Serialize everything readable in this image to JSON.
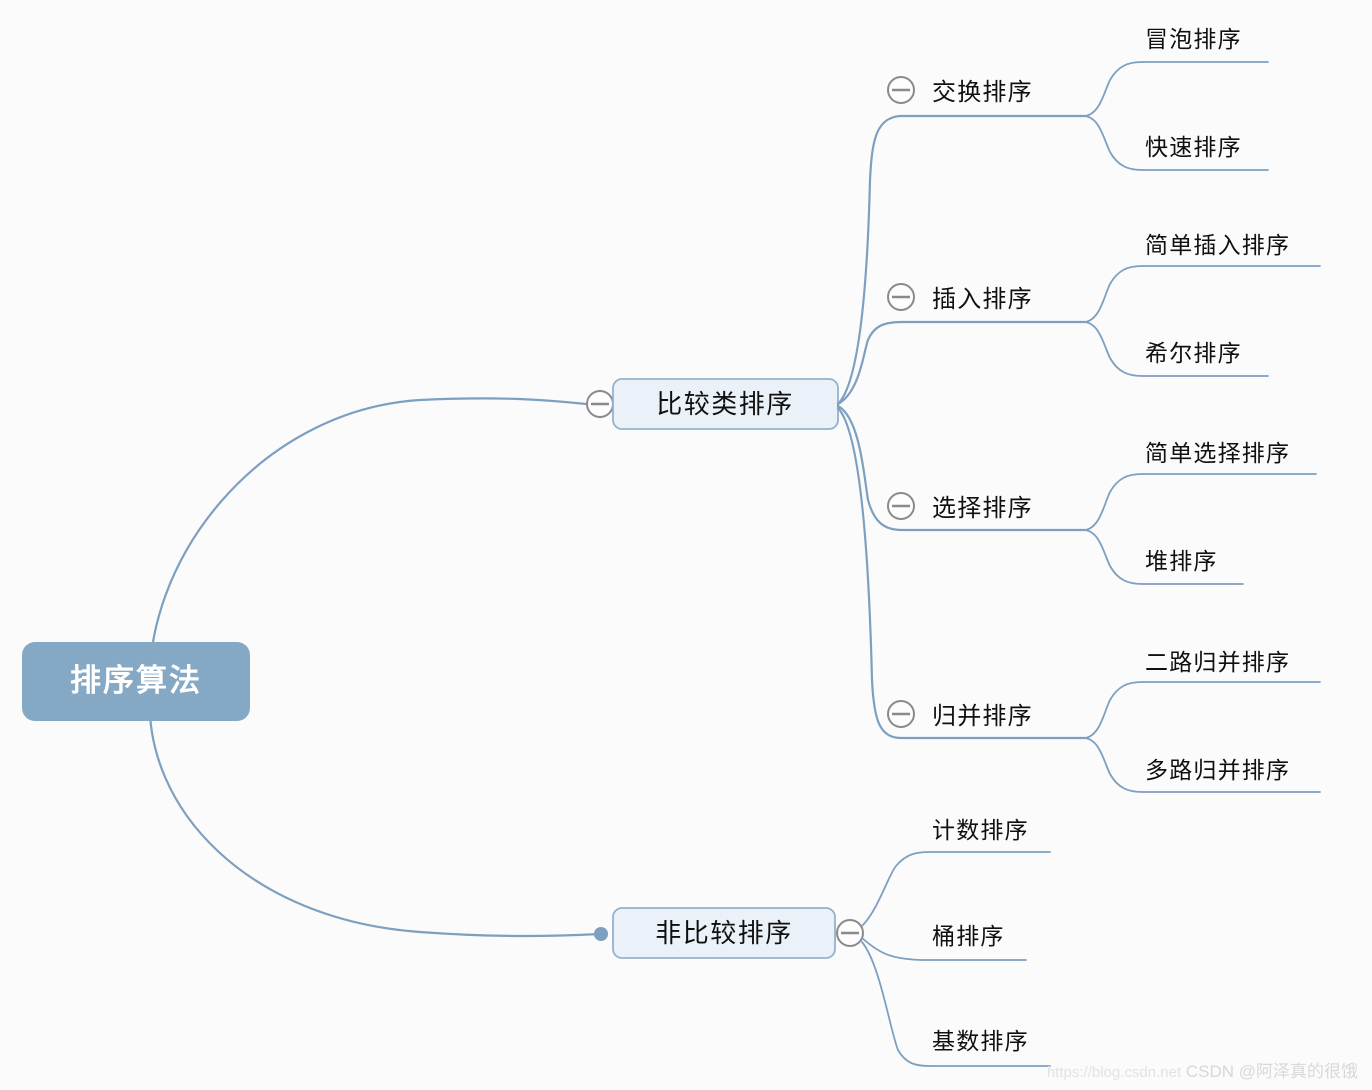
{
  "diagram": {
    "type": "mindmap",
    "title": "排序算法",
    "root": {
      "label": "排序算法"
    },
    "branches": [
      {
        "label": "比较类排序",
        "toggle": "collapse-minus-icon",
        "children": [
          {
            "label": "交换排序",
            "toggle": "collapse-minus-icon",
            "children": [
              {
                "label": "冒泡排序"
              },
              {
                "label": "快速排序"
              }
            ]
          },
          {
            "label": "插入排序",
            "toggle": "collapse-minus-icon",
            "children": [
              {
                "label": "简单插入排序"
              },
              {
                "label": "希尔排序"
              }
            ]
          },
          {
            "label": "选择排序",
            "toggle": "collapse-minus-icon",
            "children": [
              {
                "label": "简单选择排序"
              },
              {
                "label": "堆排序"
              }
            ]
          },
          {
            "label": "归并排序",
            "toggle": "collapse-minus-icon",
            "children": [
              {
                "label": "二路归并排序"
              },
              {
                "label": "多路归并排序"
              }
            ]
          }
        ]
      },
      {
        "label": "非比较排序",
        "toggle": "collapse-minus-icon",
        "children": [
          {
            "label": "计数排序"
          },
          {
            "label": "桶排序"
          },
          {
            "label": "基数排序"
          }
        ]
      }
    ]
  },
  "labels": {
    "root": "排序算法",
    "b1": "比较类排序",
    "b2": "非比较排序",
    "n1": "交换排序",
    "n1c1": "冒泡排序",
    "n1c2": "快速排序",
    "n2": "插入排序",
    "n2c1": "简单插入排序",
    "n2c2": "希尔排序",
    "n3": "选择排序",
    "n3c1": "简单选择排序",
    "n3c2": "堆排序",
    "n4": "归并排序",
    "n4c1": "二路归并排序",
    "n4c2": "多路归并排序",
    "n5c1": "计数排序",
    "n5c2": "桶排序",
    "n5c3": "基数排序"
  },
  "watermark": {
    "url": "https://blog.csdn.net",
    "text": "CSDN @阿泽真的很饿"
  },
  "colors": {
    "root_fill": "#85a9c4",
    "root_text": "#ffffff",
    "branch_fill": "#eaf1f8",
    "branch_stroke": "#93b2ce",
    "edge": "#7d9fc0",
    "toggle_stroke": "#8a8a8a",
    "background": "#fbfbfb",
    "text": "#101010"
  }
}
